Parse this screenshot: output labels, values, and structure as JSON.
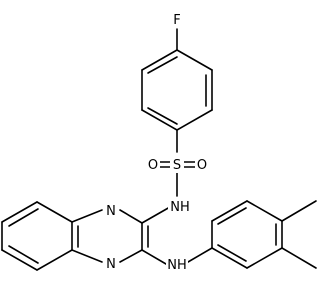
{
  "molecule": {
    "atoms": [
      {
        "id": "F",
        "label": "F"
      },
      {
        "id": "S",
        "label": "S"
      },
      {
        "id": "O1",
        "label": "O"
      },
      {
        "id": "O2",
        "label": "O"
      },
      {
        "id": "NH1",
        "label": "NH"
      },
      {
        "id": "Nq1",
        "label": "N"
      },
      {
        "id": "Nq2",
        "label": "N"
      },
      {
        "id": "NH2",
        "label": "NH"
      }
    ],
    "bond_color": "#000000",
    "label_color": "#000000",
    "background": "#ffffff"
  }
}
